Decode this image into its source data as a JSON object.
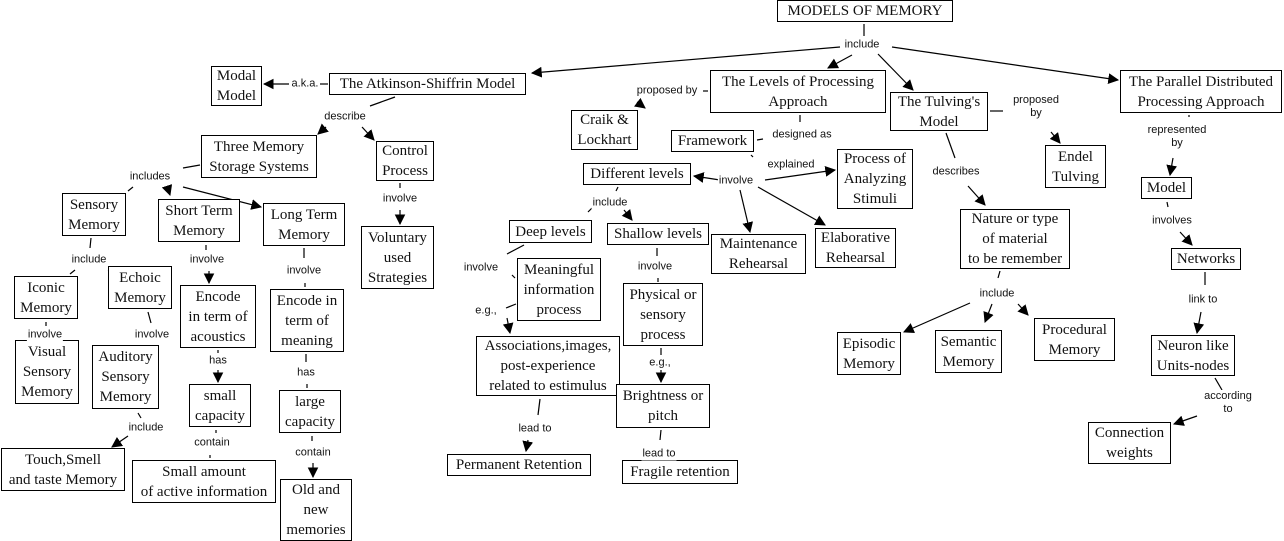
{
  "title": "MODELS OF MEMORY",
  "nodes": {
    "root": "MODELS OF MEMORY",
    "atkinson": "The Atkinson-Shiffrin Model",
    "modal": "Modal\nModel",
    "three": "Three Memory\nStorage Systems",
    "control": "Control\nProcess",
    "voluntary": "Voluntary\nused\nStrategies",
    "sensory": "Sensory\nMemory",
    "stm": "Short Term\nMemory",
    "ltm": "Long Term\nMemory",
    "iconic": "Iconic\nMemory",
    "echoic": "Echoic\nMemory",
    "visual": "Visual\nSensory\nMemory",
    "auditory": "Auditory\nSensory\nMemory",
    "touch": "Touch,Smell\nand taste Memory",
    "acoustics": "Encode\nin term of\nacoustics",
    "smallcap": "small\ncapacity",
    "smallamt": "Small amount\nof active information",
    "meaning": "Encode in\nterm of\nmeaning",
    "largecap": "large\ncapacity",
    "oldnew": "Old and\nnew\nmemories",
    "levels": "The Levels of Processing\nApproach",
    "craik": "Craik &\nLockhart",
    "framework": "Framework",
    "different": "Different levels",
    "analyzing": "Process of\nAnalyzing\nStimuli",
    "deep": "Deep levels",
    "shallow": "Shallow levels",
    "maintenance": "Maintenance\nRehearsal",
    "elaborative": "Elaborative\nRehearsal",
    "meaningful": "Meaningful\ninformation\nprocess",
    "physical": "Physical or\nsensory\nprocess",
    "associations": "Associations,images,\npost-experience\nrelated to estimulus",
    "brightness": "Brightness or\npitch",
    "permanent": "Permanent Retention",
    "fragile": "Fragile retention",
    "tulving": "The Tulving's\nModel",
    "endel": "Endel\nTulving",
    "nature": "Nature or type\nof material\nto be remember",
    "episodic": "Episodic\nMemory",
    "semantic": "Semantic\nMemory",
    "procedural": "Procedural\nMemory",
    "pdp": "The Parallel Distributed\nProcessing Approach",
    "model": "Model",
    "networks": "Networks",
    "neuron": "Neuron like\nUnits-nodes",
    "weights": "Connection\nweights"
  },
  "links": {
    "include_root": "include",
    "aka": "a.k.a.",
    "describe": "describe",
    "includes_three": "includes",
    "involve_control": "involve",
    "include_sensory": "include",
    "involve_iconic": "involve",
    "involve_echoic": "involve",
    "include_auditory": "include",
    "involve_stm": "involve",
    "has_stm": "has",
    "contain_stm": "contain",
    "involve_ltm": "involve",
    "has_ltm": "has",
    "contain_ltm": "contain",
    "proposed_by_craik": "proposed by",
    "designed_as": "designed as",
    "explained": "explained",
    "involve_framework": "involve",
    "include_levels": "include",
    "involve_deep": "involve",
    "eg_deep": "e.g.,",
    "involve_shallow": "involve",
    "eg_shallow": "e.g.,",
    "lead_to_perm": "lead to",
    "lead_to_frag": "lead to",
    "proposed_by_tulving": "proposed\nby",
    "describes": "describes",
    "include_nature": "include",
    "represented_by": "represented\nby",
    "involves": "involves",
    "link_to": "link to",
    "according_to": "according to"
  }
}
